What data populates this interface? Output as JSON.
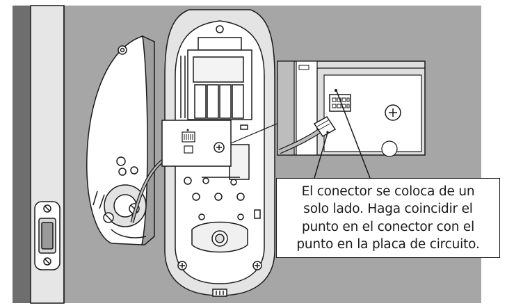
{
  "figure": {
    "callout": {
      "lines": [
        "El conector se coloca de un",
        "solo lado. Haga coincidir el",
        "punto en el conector con el",
        "punto en la placa de circuito."
      ]
    },
    "colors": {
      "wall": "#a6a6a6",
      "wall_shadow": "#6e6e6e",
      "door_edge": "#e6e6e6",
      "line": "#1a1a1a"
    }
  }
}
